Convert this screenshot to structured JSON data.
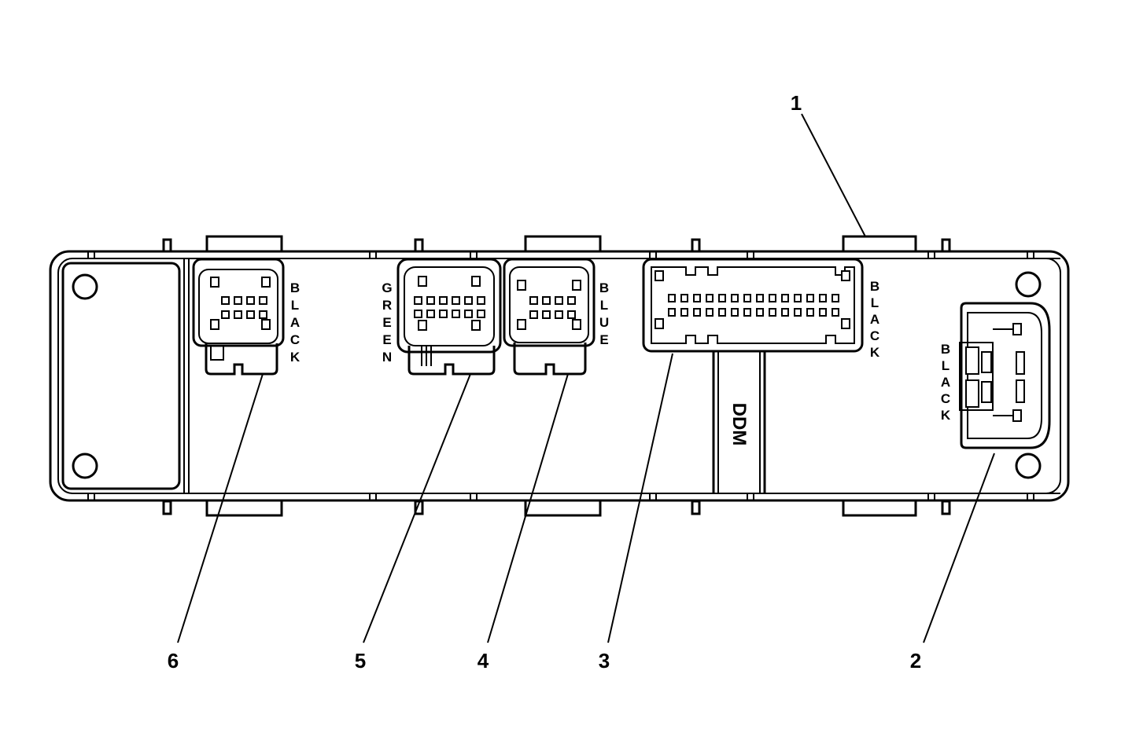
{
  "diagram": {
    "callouts": [
      "1",
      "2",
      "3",
      "4",
      "5",
      "6"
    ],
    "module_label": "DDM",
    "connector_colors": {
      "c6": "BLACK",
      "c5": "GREEN",
      "c4": "BLUE",
      "c3": "BLACK",
      "c2": "BLACK"
    }
  }
}
